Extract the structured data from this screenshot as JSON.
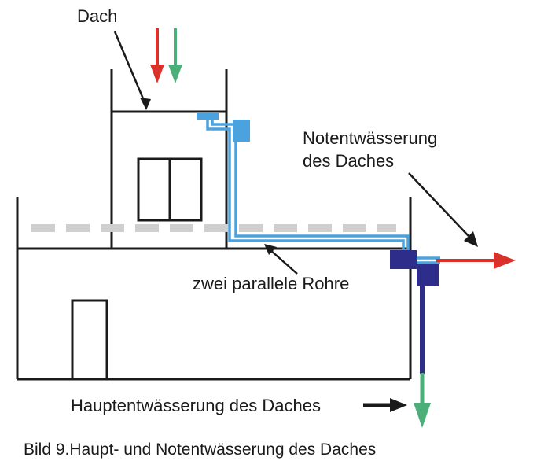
{
  "labels": {
    "roof": "Dach",
    "emergency_drainage": [
      "Notentwässerung",
      "des Daches"
    ],
    "parallel_pipes": "zwei parallele Rohre",
    "main_drainage": "Hauptentwässerung des Daches"
  },
  "caption": "Bild 9.Haupt- und Notentwässerung des Daches",
  "colors": {
    "outline": "#1a1a1a",
    "main_drain_pipe": "#2e2e8a",
    "emergency_pipe": "#4aa3df",
    "emergency_flow_arrow": "#d9322a",
    "main_flow_arrow": "#4caf7a",
    "dashed_line": "#cfcfcf"
  }
}
